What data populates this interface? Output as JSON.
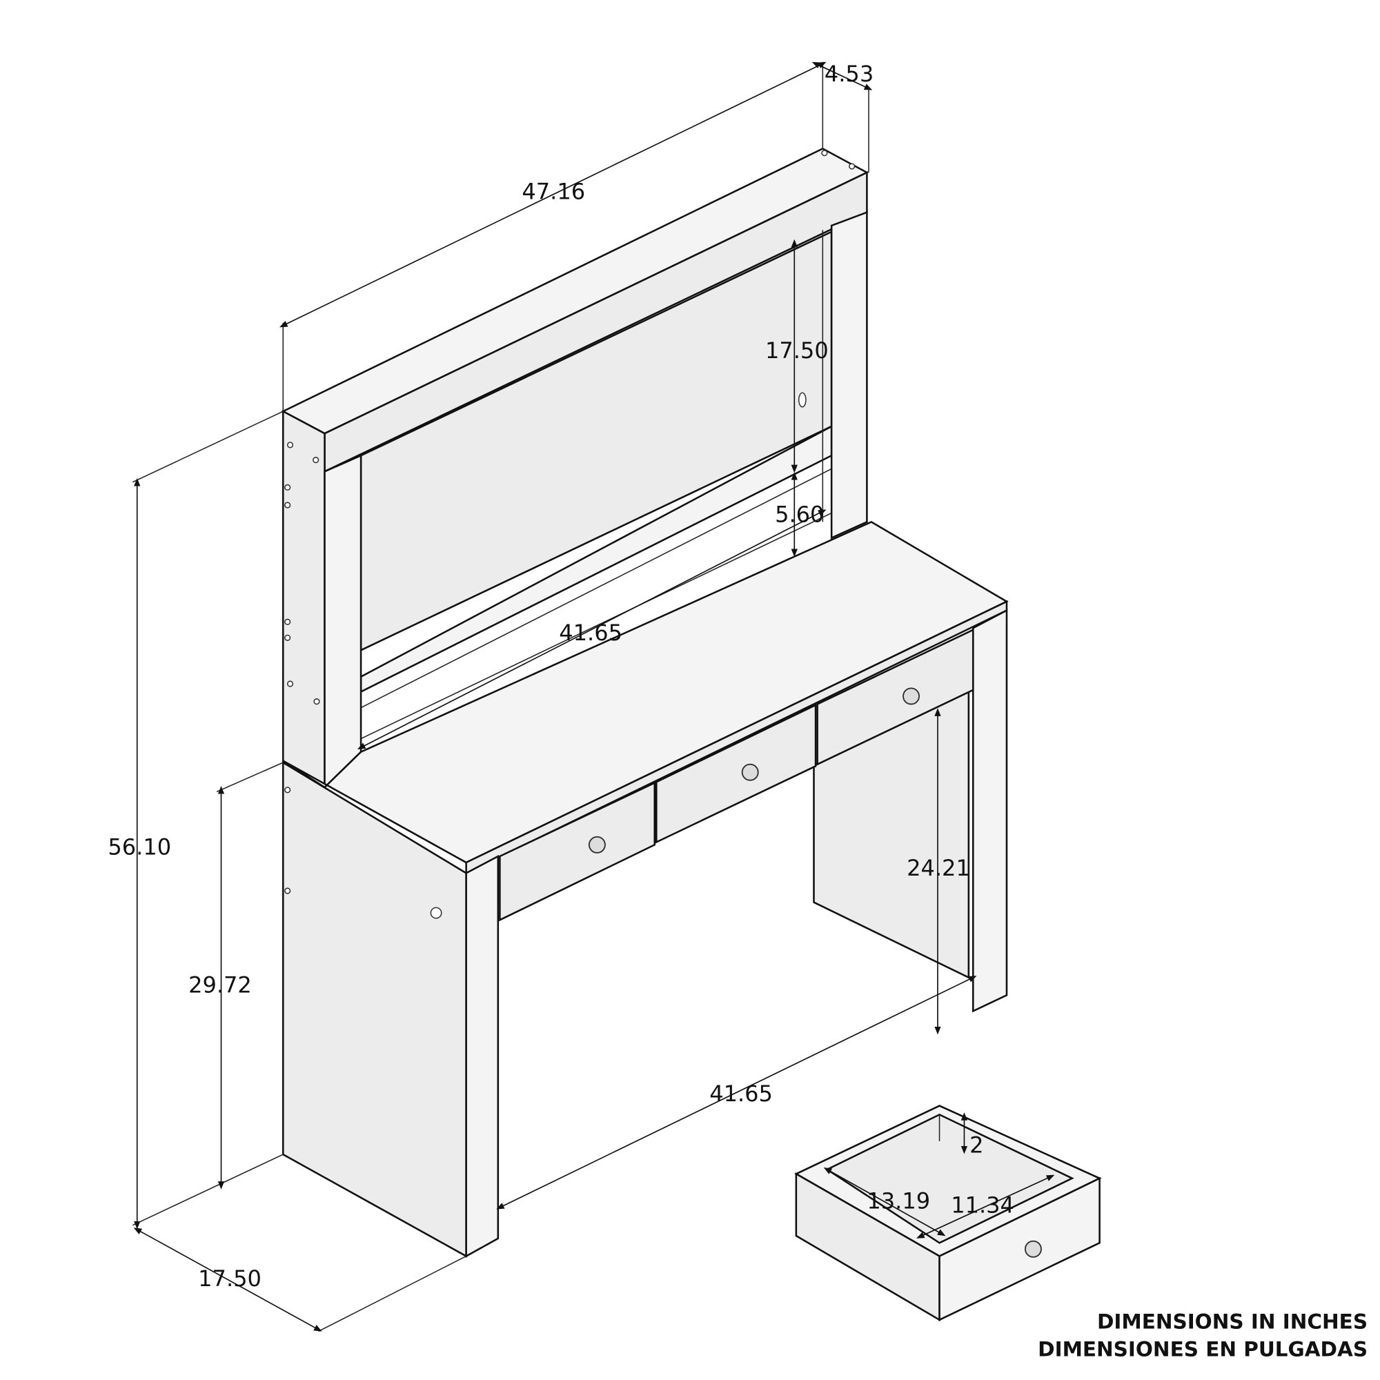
{
  "dimensions": {
    "hutch_depth": "4.53",
    "hutch_width": "47.16",
    "hutch_opening_height": "17.50",
    "shelf_height": "5.60",
    "shelf_width": "41.65",
    "total_height": "56.10",
    "desk_height": "29.72",
    "knee_height": "24.21",
    "desk_width": "41.65",
    "desk_depth": "17.50",
    "drawer_depth_inner": "2",
    "drawer_width_inner": "13.19",
    "drawer_length_inner": "11.34"
  },
  "notes": {
    "line1": "DIMENSIONS IN INCHES",
    "line2": "DIMENSIONES EN PULGADAS"
  }
}
